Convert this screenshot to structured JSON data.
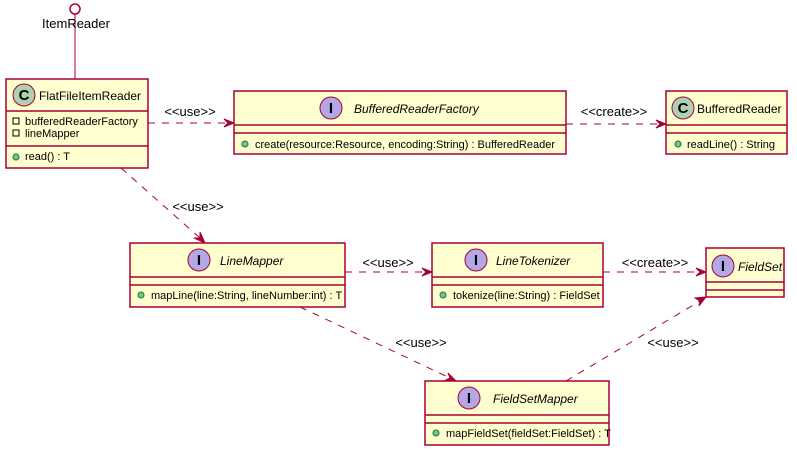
{
  "colors": {
    "box_fill": "#FEFECE",
    "box_border": "#A80036",
    "edge": "#A80036",
    "class_spot": "#ADD1B2",
    "interface_spot": "#B4A7E5"
  },
  "interface_lollipop": {
    "label": "ItemReader"
  },
  "nodes": {
    "flat_file_item_reader": {
      "kind": "class",
      "spot": "C",
      "name": "FlatFileItemReader",
      "fields": [
        {
          "visibility": "private",
          "text": "bufferedReaderFactory"
        },
        {
          "visibility": "private",
          "text": "lineMapper"
        }
      ],
      "methods": [
        {
          "visibility": "public",
          "text": "read() : T"
        }
      ]
    },
    "buffered_reader_factory": {
      "kind": "interface",
      "spot": "I",
      "name": "BufferedReaderFactory",
      "methods": [
        {
          "visibility": "public",
          "text": "create(resource:Resource, encoding:String) : BufferedReader"
        }
      ]
    },
    "buffered_reader": {
      "kind": "class",
      "spot": "C",
      "name": "BufferedReader",
      "methods": [
        {
          "visibility": "public",
          "text": "readLine() : String"
        }
      ]
    },
    "line_mapper": {
      "kind": "interface",
      "spot": "I",
      "name": "LineMapper",
      "methods": [
        {
          "visibility": "public",
          "text": "mapLine(line:String, lineNumber:int) : T"
        }
      ]
    },
    "line_tokenizer": {
      "kind": "interface",
      "spot": "I",
      "name": "LineTokenizer",
      "methods": [
        {
          "visibility": "public",
          "text": "tokenize(line:String) : FieldSet"
        }
      ]
    },
    "field_set": {
      "kind": "interface",
      "spot": "I",
      "name": "FieldSet"
    },
    "field_set_mapper": {
      "kind": "interface",
      "spot": "I",
      "name": "FieldSetMapper",
      "methods": [
        {
          "visibility": "public",
          "text": "mapFieldSet(fieldSet:FieldSet) : T"
        }
      ]
    }
  },
  "edges": {
    "reader_to_factory": "<<use>>",
    "factory_to_buffered_reader": "<<create>>",
    "reader_to_line_mapper": "<<use>>",
    "line_mapper_to_tokenizer": "<<use>>",
    "tokenizer_to_field_set": "<<create>>",
    "line_mapper_to_field_set_mapper": "<<use>>",
    "field_set_mapper_to_field_set": "<<use>>"
  }
}
